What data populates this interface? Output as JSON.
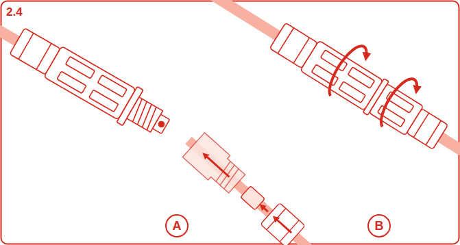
{
  "diagram": {
    "nodes": [
      {
        "text": [
          "A"
        ]
      },
      {
        "text": [
          "B"
        ]
      }
    ],
    "labels": [
      "2.4"
    ]
  }
}
